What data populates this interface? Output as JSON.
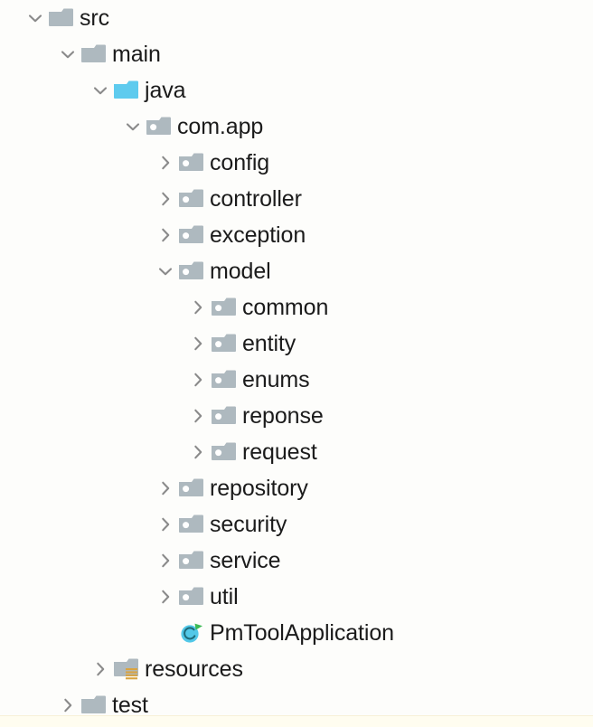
{
  "panel": {
    "name": "project-file-tree",
    "background_color": "#fdfdfb",
    "text_color": "#1b1b1b",
    "bottom_strip_color": "#fffdf0"
  },
  "colors": {
    "folder_gray": "#aeb9bf",
    "folder_gray_dark": "#9aa7ae",
    "folder_java_cyan": "#5ecbee",
    "package_dot": "#ffffff",
    "chevron": "#8a8a8a",
    "resources_stripes": "#d9a441",
    "spring_circle": "#52c8e8",
    "spring_letter": "#1f6b7a",
    "run_arrow_green": "#3cba54"
  },
  "icon_names": {
    "chevron_down": "chevron-down-icon",
    "chevron_right": "chevron-right-icon",
    "folder": "folder-icon",
    "folder_java": "folder-java-sources-icon",
    "folder_package": "package-folder-icon",
    "folder_resources": "resources-folder-icon",
    "spring_class": "spring-boot-application-class-icon"
  },
  "tree": {
    "nodes": [
      {
        "label": "src",
        "depth": 0,
        "state": "expanded",
        "icon": "folder"
      },
      {
        "label": "main",
        "depth": 1,
        "state": "expanded",
        "icon": "folder"
      },
      {
        "label": "java",
        "depth": 2,
        "state": "expanded",
        "icon": "folder_java"
      },
      {
        "label": "com.app",
        "depth": 3,
        "state": "expanded",
        "icon": "folder_package"
      },
      {
        "label": "config",
        "depth": 4,
        "state": "collapsed",
        "icon": "folder_package"
      },
      {
        "label": "controller",
        "depth": 4,
        "state": "collapsed",
        "icon": "folder_package"
      },
      {
        "label": "exception",
        "depth": 4,
        "state": "collapsed",
        "icon": "folder_package"
      },
      {
        "label": "model",
        "depth": 4,
        "state": "expanded",
        "icon": "folder_package"
      },
      {
        "label": "common",
        "depth": 5,
        "state": "collapsed",
        "icon": "folder_package"
      },
      {
        "label": "entity",
        "depth": 5,
        "state": "collapsed",
        "icon": "folder_package"
      },
      {
        "label": "enums",
        "depth": 5,
        "state": "collapsed",
        "icon": "folder_package"
      },
      {
        "label": "reponse",
        "depth": 5,
        "state": "collapsed",
        "icon": "folder_package"
      },
      {
        "label": "request",
        "depth": 5,
        "state": "collapsed",
        "icon": "folder_package"
      },
      {
        "label": "repository",
        "depth": 4,
        "state": "collapsed",
        "icon": "folder_package"
      },
      {
        "label": "security",
        "depth": 4,
        "state": "collapsed",
        "icon": "folder_package"
      },
      {
        "label": "service",
        "depth": 4,
        "state": "collapsed",
        "icon": "folder_package"
      },
      {
        "label": "util",
        "depth": 4,
        "state": "collapsed",
        "icon": "folder_package"
      },
      {
        "label": "PmToolApplication",
        "depth": 4,
        "state": "leaf",
        "icon": "spring_class"
      },
      {
        "label": "resources",
        "depth": 2,
        "state": "collapsed",
        "icon": "folder_resources"
      },
      {
        "label": "test",
        "depth": 1,
        "state": "collapsed",
        "icon": "folder"
      }
    ]
  }
}
